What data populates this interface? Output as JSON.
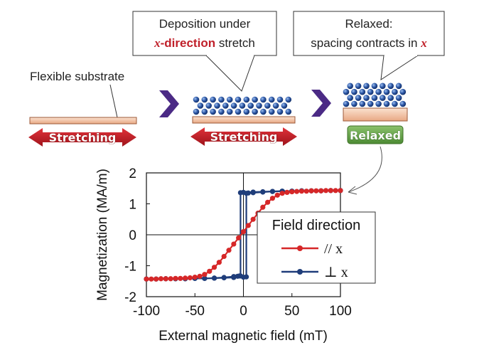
{
  "labels": {
    "flexible_substrate": "Flexible substrate",
    "stretching_1": "Stretching",
    "stretching_2": "Stretching",
    "relaxed_badge": "Relaxed"
  },
  "callouts": {
    "deposition": {
      "line1": "Deposition under",
      "line2_var": "x",
      "line2_mid": "-direction",
      "line2_tail": " stretch"
    },
    "relaxed": {
      "line1": "Relaxed:",
      "line2": "spacing contracts in ",
      "line2_var": "x"
    }
  },
  "colors": {
    "substrate_fill": "#f4c7a8",
    "substrate_stroke": "#9c5a3a",
    "chevron": "#4b2a85",
    "atom": "#2f5aa8",
    "arrow_red": "#c0202a",
    "relaxed_green": "#6aa84f",
    "series_parallel": "#d62728",
    "series_perp": "#1f3d7a"
  },
  "chart_data": {
    "type": "line",
    "xlabel": "External magnetic field (mT)",
    "ylabel": "Magnetization (MA/m)",
    "xlim": [
      -100,
      100
    ],
    "ylim": [
      -2,
      2
    ],
    "xticks": [
      -100,
      -50,
      0,
      50,
      100
    ],
    "yticks": [
      -2,
      -1,
      0,
      1,
      2
    ],
    "legend_title": "Field direction",
    "series": [
      {
        "name": "// x",
        "color": "#d62728",
        "branches": [
          {
            "x": [
              -100,
              -95,
              -90,
              -85,
              -80,
              -75,
              -70,
              -65,
              -60,
              -55,
              -50,
              -45,
              -40,
              -35,
              -30,
              -25,
              -20,
              -15,
              -10,
              -5,
              0,
              5,
              10,
              15,
              20,
              25,
              30,
              35,
              40,
              45,
              50,
              55,
              60,
              65,
              70,
              75,
              80,
              85,
              90,
              95,
              100
            ],
            "y": [
              -1.43,
              -1.43,
              -1.43,
              -1.42,
              -1.42,
              -1.42,
              -1.41,
              -1.41,
              -1.4,
              -1.39,
              -1.37,
              -1.34,
              -1.28,
              -1.18,
              -1.05,
              -0.89,
              -0.7,
              -0.5,
              -0.3,
              -0.1,
              0.1,
              0.3,
              0.5,
              0.7,
              0.89,
              1.05,
              1.18,
              1.28,
              1.34,
              1.37,
              1.39,
              1.4,
              1.41,
              1.41,
              1.42,
              1.42,
              1.42,
              1.43,
              1.43,
              1.43,
              1.43
            ]
          }
        ]
      },
      {
        "name": "⊥ x",
        "color": "#1f3d7a",
        "branches": [
          {
            "x": [
              -100,
              -90,
              -80,
              -70,
              -60,
              -50,
              -40,
              -30,
              -20,
              -10,
              -6,
              -4,
              -3,
              -3,
              0,
              10,
              20,
              30,
              40,
              50,
              60,
              70,
              80,
              90,
              100
            ],
            "y": [
              -1.43,
              -1.43,
              -1.42,
              -1.42,
              -1.42,
              -1.41,
              -1.41,
              -1.4,
              -1.38,
              -1.35,
              -1.34,
              -1.33,
              -1.33,
              1.36,
              1.37,
              1.38,
              1.39,
              1.4,
              1.41,
              1.41,
              1.42,
              1.42,
              1.42,
              1.43,
              1.43
            ]
          },
          {
            "x": [
              100,
              90,
              80,
              70,
              60,
              50,
              40,
              30,
              20,
              10,
              5,
              3,
              3,
              0,
              -10,
              -20,
              -30,
              -40,
              -50,
              -60,
              -70,
              -80,
              -90,
              -100
            ],
            "y": [
              1.43,
              1.43,
              1.42,
              1.42,
              1.42,
              1.41,
              1.41,
              1.4,
              1.38,
              1.36,
              1.35,
              1.34,
              -1.36,
              -1.37,
              -1.38,
              -1.39,
              -1.4,
              -1.41,
              -1.41,
              -1.42,
              -1.42,
              -1.42,
              -1.43,
              -1.43
            ]
          }
        ]
      }
    ]
  }
}
